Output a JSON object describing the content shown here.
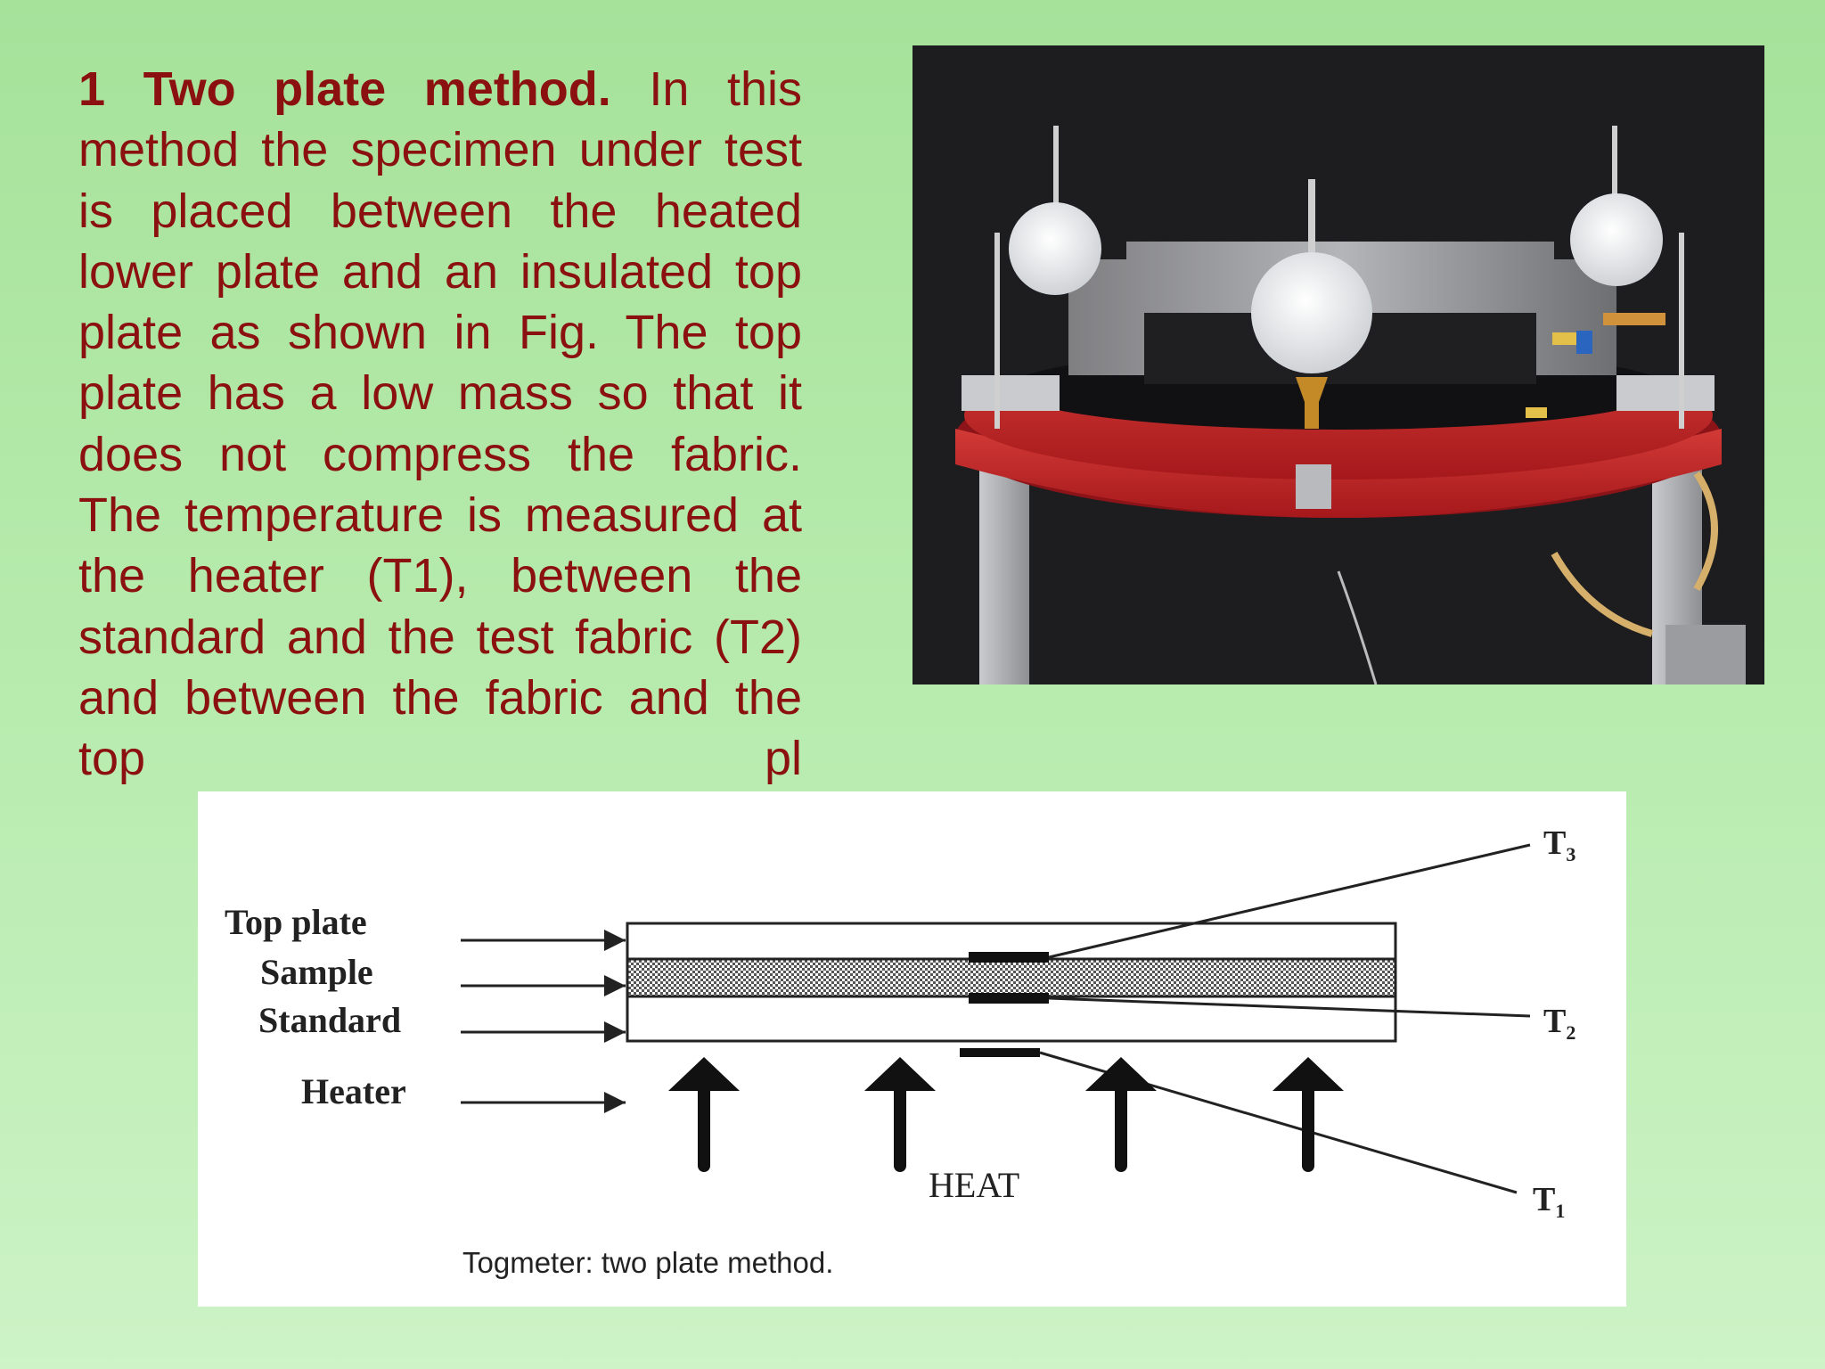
{
  "slide": {
    "heading": "1 Two plate method.",
    "paragraph": "In this method the specimen under test is placed between the heated lower plate and an insulated top plate as shown in Fig. The top plate has a low mass so that it does not compress the fabric. The temperature is measured at the heater (T1), between the standard and the test fabric (T2) and between the fabric and the top pl",
    "text_color": "#8b1010",
    "background": "#b9ecb0"
  },
  "photo": {
    "description_icon": "togmeter-apparatus-photo"
  },
  "diagram": {
    "labels": {
      "top_plate": "Top plate",
      "sample": "Sample",
      "standard": "Standard",
      "heater": "Heater"
    },
    "sensors": {
      "t3": "T",
      "t3_sub": "3",
      "t2": "T",
      "t2_sub": "2",
      "t1": "T",
      "t1_sub": "1"
    },
    "heat": "HEAT",
    "caption": "Togmeter: two plate method."
  }
}
